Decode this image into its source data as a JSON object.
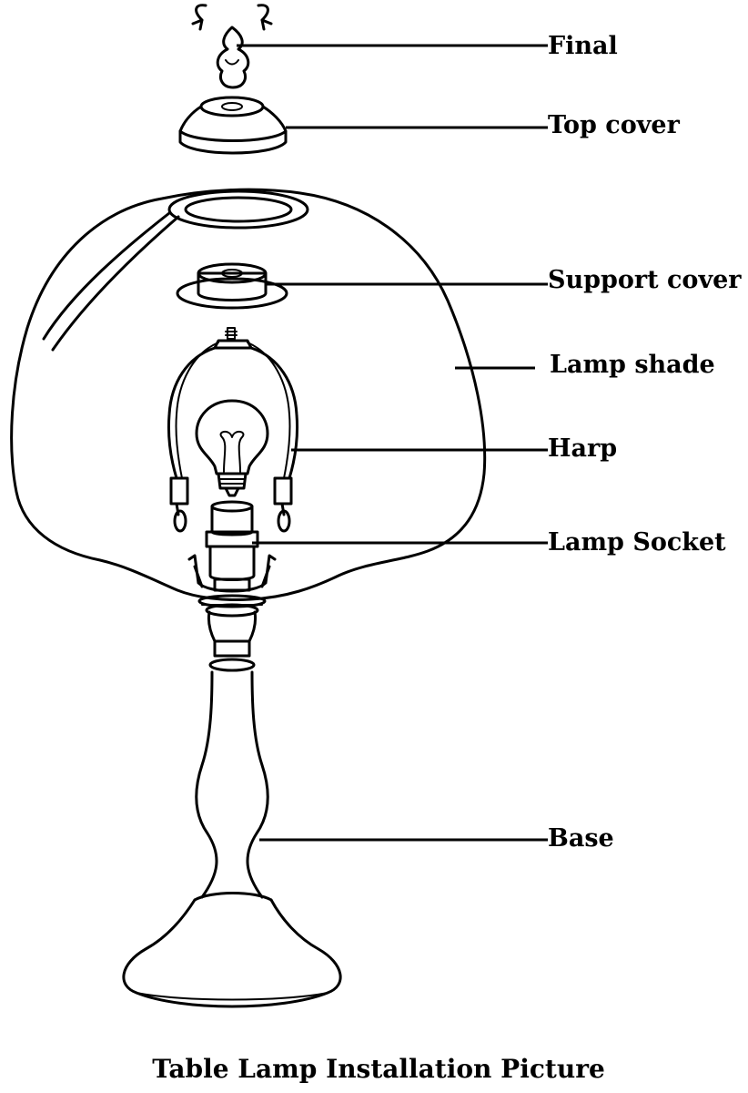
{
  "labels": {
    "final": "Final",
    "top_cover": "Top cover",
    "support_cover": "Support cover",
    "lamp_shade": "Lamp shade",
    "harp": "Harp",
    "lamp_socket": "Lamp Socket",
    "base": "Base"
  },
  "caption": "Table Lamp Installation Picture"
}
